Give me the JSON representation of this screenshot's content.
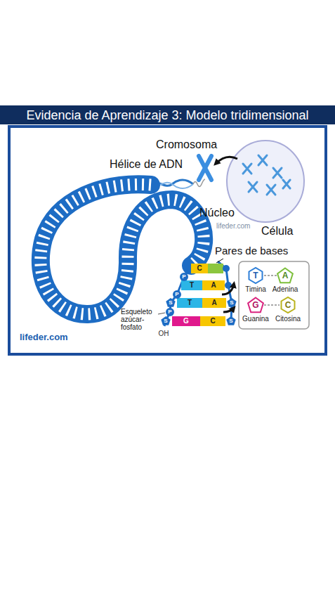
{
  "diagram": {
    "title": "Evidencia de Aprendizaje 3: Modelo tridimensional",
    "nodes": [
      {
        "text": [
          "T",
          "Timina"
        ]
      },
      {
        "text": [
          "A",
          "Adenina"
        ]
      },
      {
        "text": [
          "G",
          "Guanina"
        ]
      },
      {
        "text": [
          "C",
          "Citosina"
        ]
      }
    ],
    "edges": [
      {
        "from": 0,
        "to": 1,
        "arrow": "none"
      },
      {
        "from": 2,
        "to": 3,
        "arrow": "none"
      }
    ],
    "labels": [
      "Cromosoma",
      "Hélice de ADN",
      "Núcleo",
      "Célula",
      "lifeder.com",
      "Pares de bases",
      "C",
      "T",
      "A",
      "S",
      "T",
      "A",
      "S",
      "S",
      "G",
      "C",
      "S",
      "P",
      "P",
      "P",
      "Esqueleto azúcar-fosfato",
      "OH",
      "lifeder.com"
    ]
  }
}
